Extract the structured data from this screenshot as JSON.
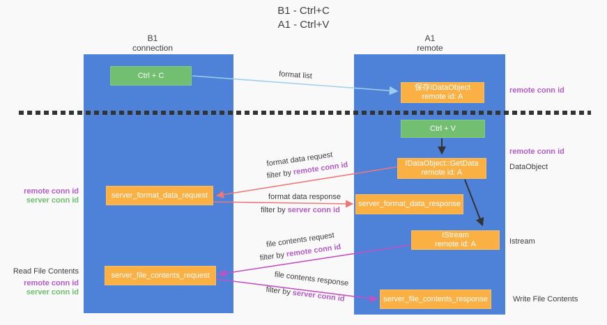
{
  "title": {
    "line1": "B1 - Ctrl+C",
    "line2": "A1 - Ctrl+V"
  },
  "lanes": {
    "left": {
      "name": "B1",
      "role": "connection"
    },
    "right": {
      "name": "A1",
      "role": "remote"
    }
  },
  "boxes": {
    "ctrl_c": {
      "label": "Ctrl + C"
    },
    "saved_dataobject": {
      "line1": "保存IDataObject",
      "line2": "remote id: A"
    },
    "ctrl_v": {
      "label": "Ctrl + V"
    },
    "getdata": {
      "line1": "IDataObject::GetData",
      "line2": "remote id: A"
    },
    "server_format_data_request": {
      "label": "server_format_data_request"
    },
    "server_format_data_response": {
      "label": "server_format_data_response"
    },
    "istream": {
      "line1": "IStream",
      "line2": "remote id: A"
    },
    "server_file_contents_request": {
      "label": "server_file_contents_request"
    },
    "server_file_contents_response": {
      "label": "server_file_contents_response"
    }
  },
  "arrows": {
    "format_list": "format list",
    "format_data_request": "format data request",
    "format_data_response": "format data response",
    "file_contents_request": "file contents request",
    "file_contents_response": "file contents response",
    "filter_by": "filter by",
    "remote_conn_id": "remote conn id",
    "server_conn_id": "server conn id"
  },
  "side_labels": {
    "right_top_remote_conn_id": "remote conn id",
    "right_mid_remote_conn_id": "remote conn id",
    "dataobject": "DataObject",
    "istream": "Istream",
    "write_file_contents": "Write File Contents",
    "left_remote_conn_id": "remote conn id",
    "left_server_conn_id": "server conn id",
    "read_file_contents": "Read File Contents",
    "left_remote_conn_id_2": "remote conn id",
    "left_server_conn_id_2": "server conn id"
  },
  "colors": {
    "lane_blue": "#4d82d8",
    "box_green": "#72bf72",
    "box_orange": "#fab043",
    "purple_label": "#b35bc8",
    "green_label": "#6dbf6d",
    "salmon_arrow": "#ec7979",
    "magenta_arrow": "#c251c2",
    "light_blue_arrow": "#9dcdee",
    "black_arrow": "#333333"
  }
}
